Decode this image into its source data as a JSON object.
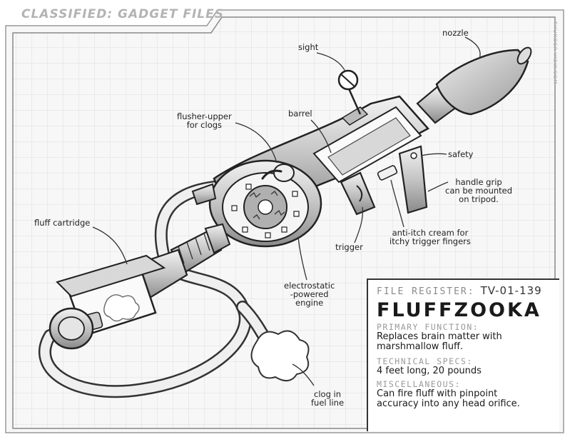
{
  "header": {
    "title": "CLASSIFIED: GADGET FILES",
    "side_credit": "THUNDER-VIEW.COM"
  },
  "callouts": {
    "nozzle": "nozzle",
    "sight": "sight",
    "barrel": "barrel",
    "flusher": "flusher-upper\nfor clogs",
    "safety": "safety",
    "handle_grip": "handle grip\ncan be mounted\non tripod.",
    "fluff_cartridge": "fluff cartridge",
    "trigger": "trigger",
    "anti_itch": "anti-itch cream for\nitchy trigger fingers",
    "engine": "electrostatic\n-powered\nengine",
    "clog": "clog in\nfuel line"
  },
  "file_panel": {
    "register_label": "FILE REGISTER:",
    "register_value": "TV-01-139",
    "name": "FLUFFZOOKA",
    "primary_label": "PRIMARY FUNCTION:",
    "primary_text": "Replaces brain matter with\nmarshmallow fluff.",
    "specs_label": "TECHNICAL SPECS:",
    "specs_text": "4 feet long, 20 pounds",
    "misc_label": "MISCELLANEOUS:",
    "misc_text": "Can fire fluff with pinpoint\naccuracy into any head orifice."
  },
  "colors": {
    "grid_line": "#dcdcdc",
    "ink": "#222222",
    "metal_light": "#e4e4e4",
    "metal_mid": "#b8b8b8",
    "metal_dark": "#6e6e6e",
    "label_gray": "#9a9a9a"
  }
}
